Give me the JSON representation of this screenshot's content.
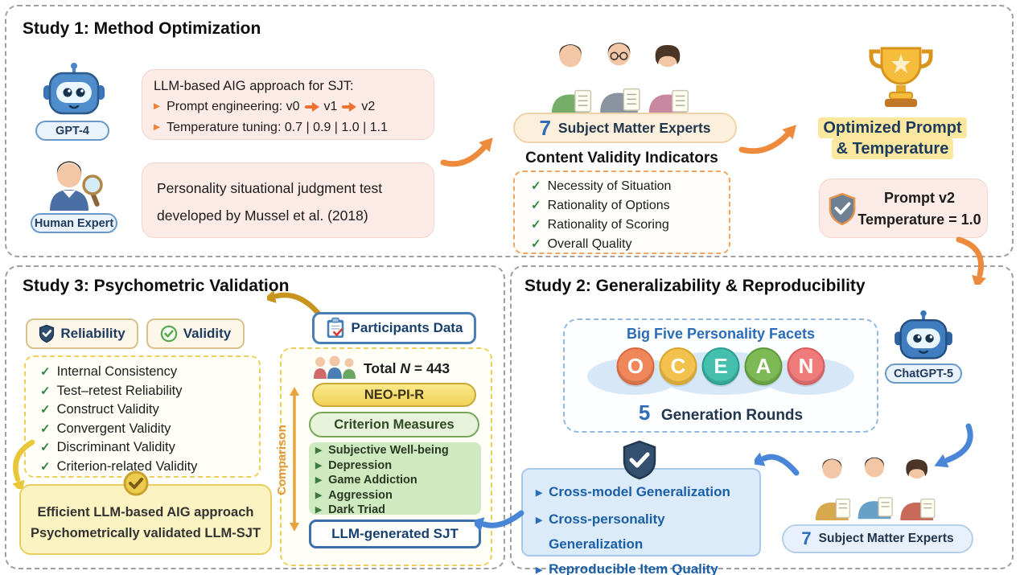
{
  "icons": {
    "check": "✓",
    "bullet": "▶"
  },
  "colors": {
    "accent_orange": "#ee8a3c",
    "accent_blue": "#2b6cb8",
    "accent_yellow": "#edd05a",
    "accent_green": "#74a858",
    "pink_box": "#fcebe6",
    "ocean": [
      "#f0875a",
      "#f2c14e",
      "#44bfae",
      "#7db954",
      "#f07b7b"
    ]
  },
  "study1": {
    "title": "Study 1: Method Optimization",
    "gpt4_label": "GPT-4",
    "approach": {
      "title": "LLM-based AIG approach for SJT:",
      "prompt_prefix": "Prompt engineering: v0",
      "prompt_v1": "v1",
      "prompt_v2": "v2",
      "temperature": "Temperature tuning: 0.7 | 0.9 | 1.0 | 1.1"
    },
    "human_expert_label": "Human Expert",
    "source_test": {
      "line1": "Personality situational judgment test",
      "line2": "developed by Mussel et al. (2018)"
    },
    "experts": {
      "count": "7",
      "label": "Subject Matter Experts"
    },
    "validity": {
      "title": "Content Validity Indicators",
      "items": [
        "Necessity of Situation",
        "Rationality of Options",
        "Rationality of Scoring",
        "Overall Quality"
      ]
    },
    "optimized": {
      "line1": "Optimized Prompt",
      "line2": "& Temperature"
    },
    "result": {
      "line1": "Prompt v2",
      "line2": "Temperature = 1.0"
    }
  },
  "study2": {
    "title": "Study 2: Generalizability & Reproducibility",
    "facets_title": "Big Five Personality Facets",
    "ocean": [
      "O",
      "C",
      "E",
      "A",
      "N"
    ],
    "rounds": {
      "count": "5",
      "label": "Generation Rounds"
    },
    "chatgpt_label": "ChatGPT-5",
    "findings": [
      "Cross-model Generalization",
      "Cross-personality Generalization",
      "Reproducible Item Quality"
    ],
    "experts": {
      "count": "7",
      "label": "Subject Matter Experts"
    }
  },
  "study3": {
    "title": "Study 3: Psychometric Validation",
    "reliability_label": "Reliability",
    "validity_label": "Validity",
    "checks": [
      "Internal Consistency",
      "Test–retest Reliability",
      "Construct Validity",
      "Convergent Validity",
      "Discriminant Validity",
      "Criterion-related Validity"
    ],
    "outcome": {
      "line1": "Efficient LLM-based AIG approach",
      "line2": "Psychometrically validated LLM-SJT"
    },
    "participants": {
      "title": "Participants Data",
      "total_prefix": "Total ",
      "total_n": "N",
      "total_suffix": " = 443",
      "neo": "NEO-PI-R",
      "criterion_title": "Criterion Measures",
      "criterion_items": [
        "Subjective Well-being",
        "Depression",
        "Game Addiction",
        "Aggression",
        "Dark Triad"
      ],
      "comparison_label": "Comparison",
      "llm_sjt": "LLM-generated SJT"
    }
  }
}
